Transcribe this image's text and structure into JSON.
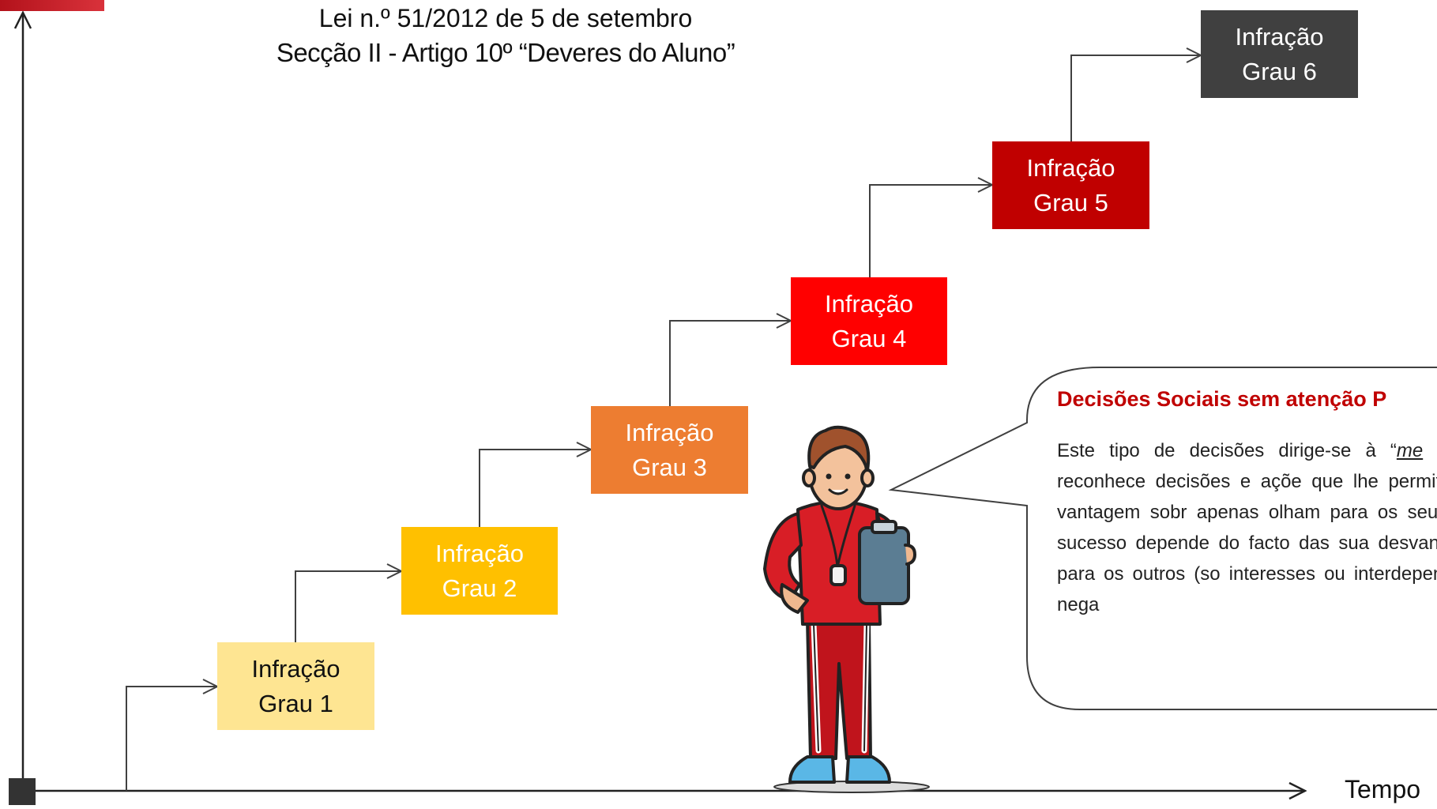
{
  "header": {
    "line1": "Lei n.º 51/2012 de 5 de setembro",
    "line2": "Secção II - Artigo 10º “Deveres do Aluno”"
  },
  "steps": [
    {
      "line1": "Infração",
      "line2": "Grau 1",
      "color": "#fee592",
      "text_color": "#111111"
    },
    {
      "line1": "Infração",
      "line2": "Grau 2",
      "color": "#ffc000",
      "text_color": "#ffffff"
    },
    {
      "line1": "Infração",
      "line2": "Grau 3",
      "color": "#ed7d31",
      "text_color": "#ffffff"
    },
    {
      "line1": "Infração",
      "line2": "Grau 4",
      "color": "#ff0000",
      "text_color": "#ffffff"
    },
    {
      "line1": "Infração",
      "line2": "Grau 5",
      "color": "#c00000",
      "text_color": "#ffffff"
    },
    {
      "line1": "Infração",
      "line2": "Grau 6",
      "color": "#404040",
      "text_color": "#ffffff"
    }
  ],
  "callout": {
    "title": "Decisões Sociais sem atenção P",
    "body_pre": "Este tipo de decisões dirige-se à “",
    "body_em": "me",
    "body_post": " apenas reconhece decisões e açõe que lhe permitem ter vantagem sobr apenas olham para os seus bene sucesso depende do facto das sua desvantajosas para os outros (so interesses ou interdependência nega"
  },
  "axis": {
    "x_label": "Tempo"
  },
  "figure": {
    "icon": "coach-with-clipboard-icon"
  }
}
